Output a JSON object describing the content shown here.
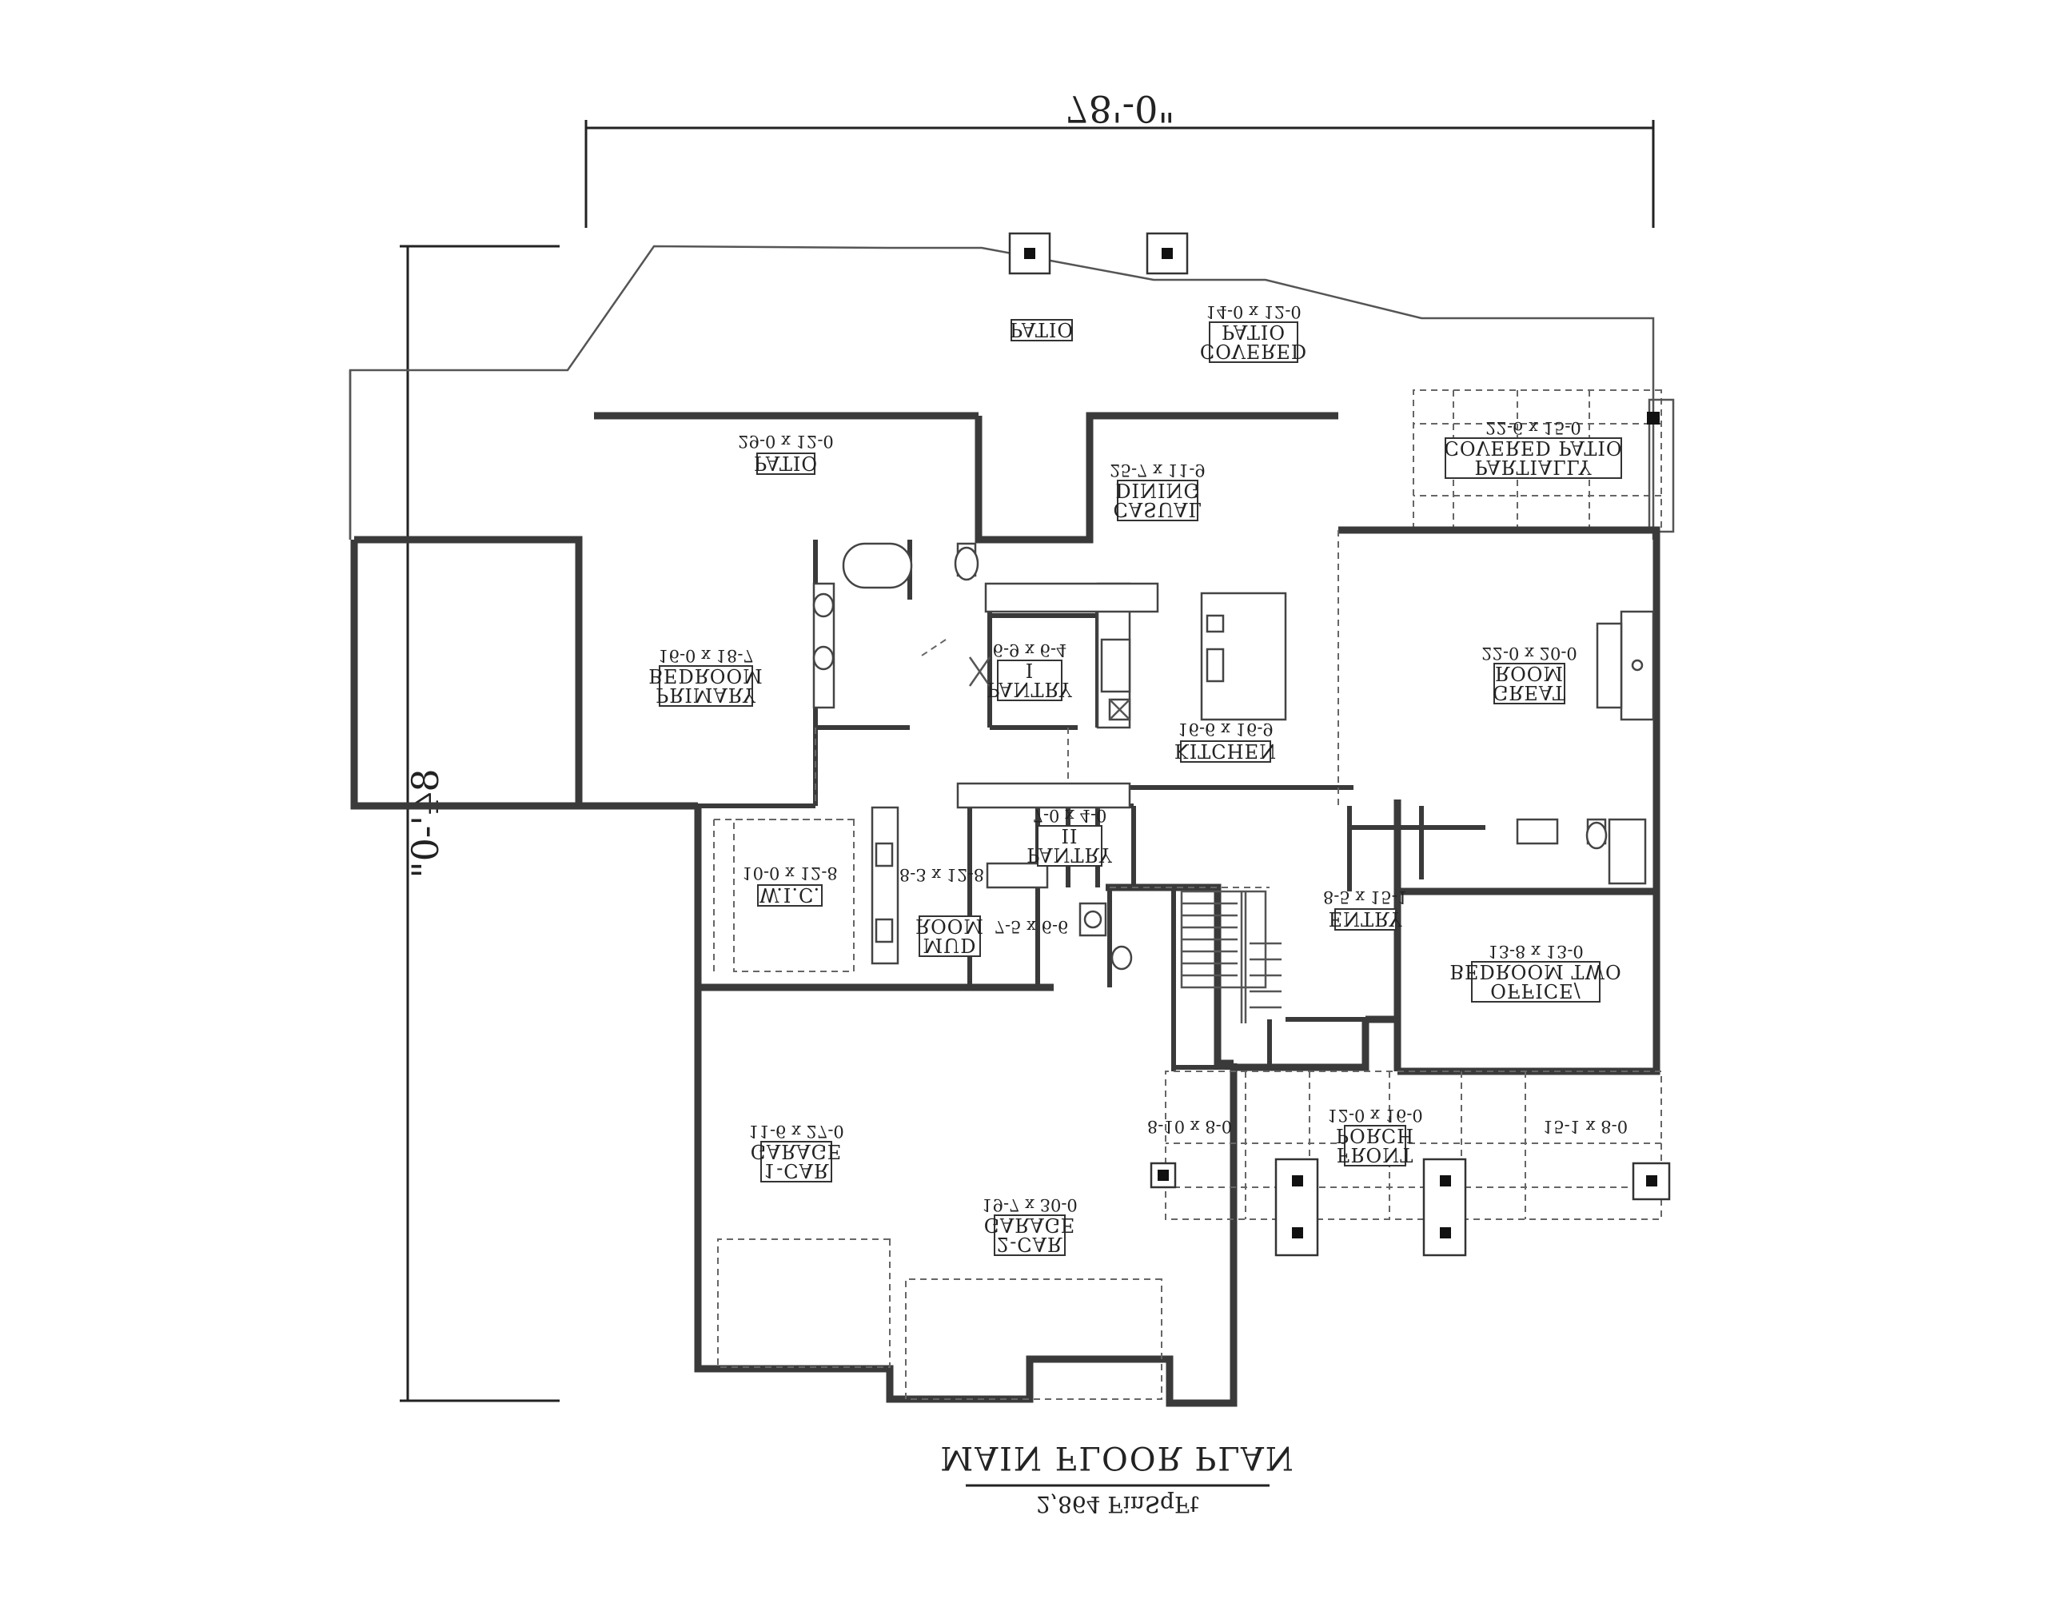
{
  "dimensions": {
    "width_overall": "78'-0\"",
    "depth_overall": "84'-0\""
  },
  "title": "MAIN FLOOR PLAN",
  "finished_area": "2,864 FinSqFt",
  "rooms": {
    "patio_small": {
      "name": "PATIO",
      "size": ""
    },
    "covered_patio": {
      "name": [
        "COVERED",
        "PATIO"
      ],
      "size": "14-0 x 12-0"
    },
    "patio_main": {
      "name": "PATIO",
      "size": "29-0 x 12-0"
    },
    "casual_dining": {
      "name": [
        "CASUAL",
        "DINING"
      ],
      "size": "25-7 x 11-9"
    },
    "partially_covered_patio": {
      "name": [
        "PARTIALLY",
        "COVERED PATIO"
      ],
      "size": "22-6 x 15-0"
    },
    "primary_bedroom": {
      "name": [
        "PRIMARY",
        "BEDROOM"
      ],
      "size": "16-0 x 18-7"
    },
    "pantry_1": {
      "name": [
        "PANTRY",
        "I"
      ],
      "size": "6-9 x 6-4"
    },
    "great_room": {
      "name": [
        "GREAT",
        "ROOM"
      ],
      "size": "22-0 x 20-0"
    },
    "kitchen": {
      "name": "KITCHEN",
      "size": "16-6 x 16-9"
    },
    "pantry_2": {
      "name": [
        "PANTRY",
        "II"
      ],
      "size": "7-0 x 4-0"
    },
    "wic": {
      "name": "W.I.C.",
      "size": "10-0 x 12-8"
    },
    "laundry": {
      "name": "",
      "size": "8-3 x 12-8"
    },
    "mud_room": {
      "name": [
        "MUD",
        "ROOM"
      ],
      "size": "7-5 x 6-6"
    },
    "entry": {
      "name": "ENTRY",
      "size": "8-5 x 15-1"
    },
    "office": {
      "name": [
        "OFFICE/",
        "BEDROOM TWO"
      ],
      "size": "13-8 x 13-0"
    },
    "front_porch": {
      "name": [
        "FRONT",
        "PORCH"
      ],
      "size": "12-0 x 16-0"
    },
    "porch_left": {
      "name": "",
      "size": "8-10 x 8-0"
    },
    "porch_right": {
      "name": "",
      "size": "15-1 x 8-0"
    },
    "garage_1": {
      "name": [
        "1-CAR",
        "GARAGE"
      ],
      "size": "11-6 x 27-0"
    },
    "garage_2": {
      "name": [
        "2-CAR",
        "GARAGE"
      ],
      "size": "19-7 x 30-0"
    }
  }
}
